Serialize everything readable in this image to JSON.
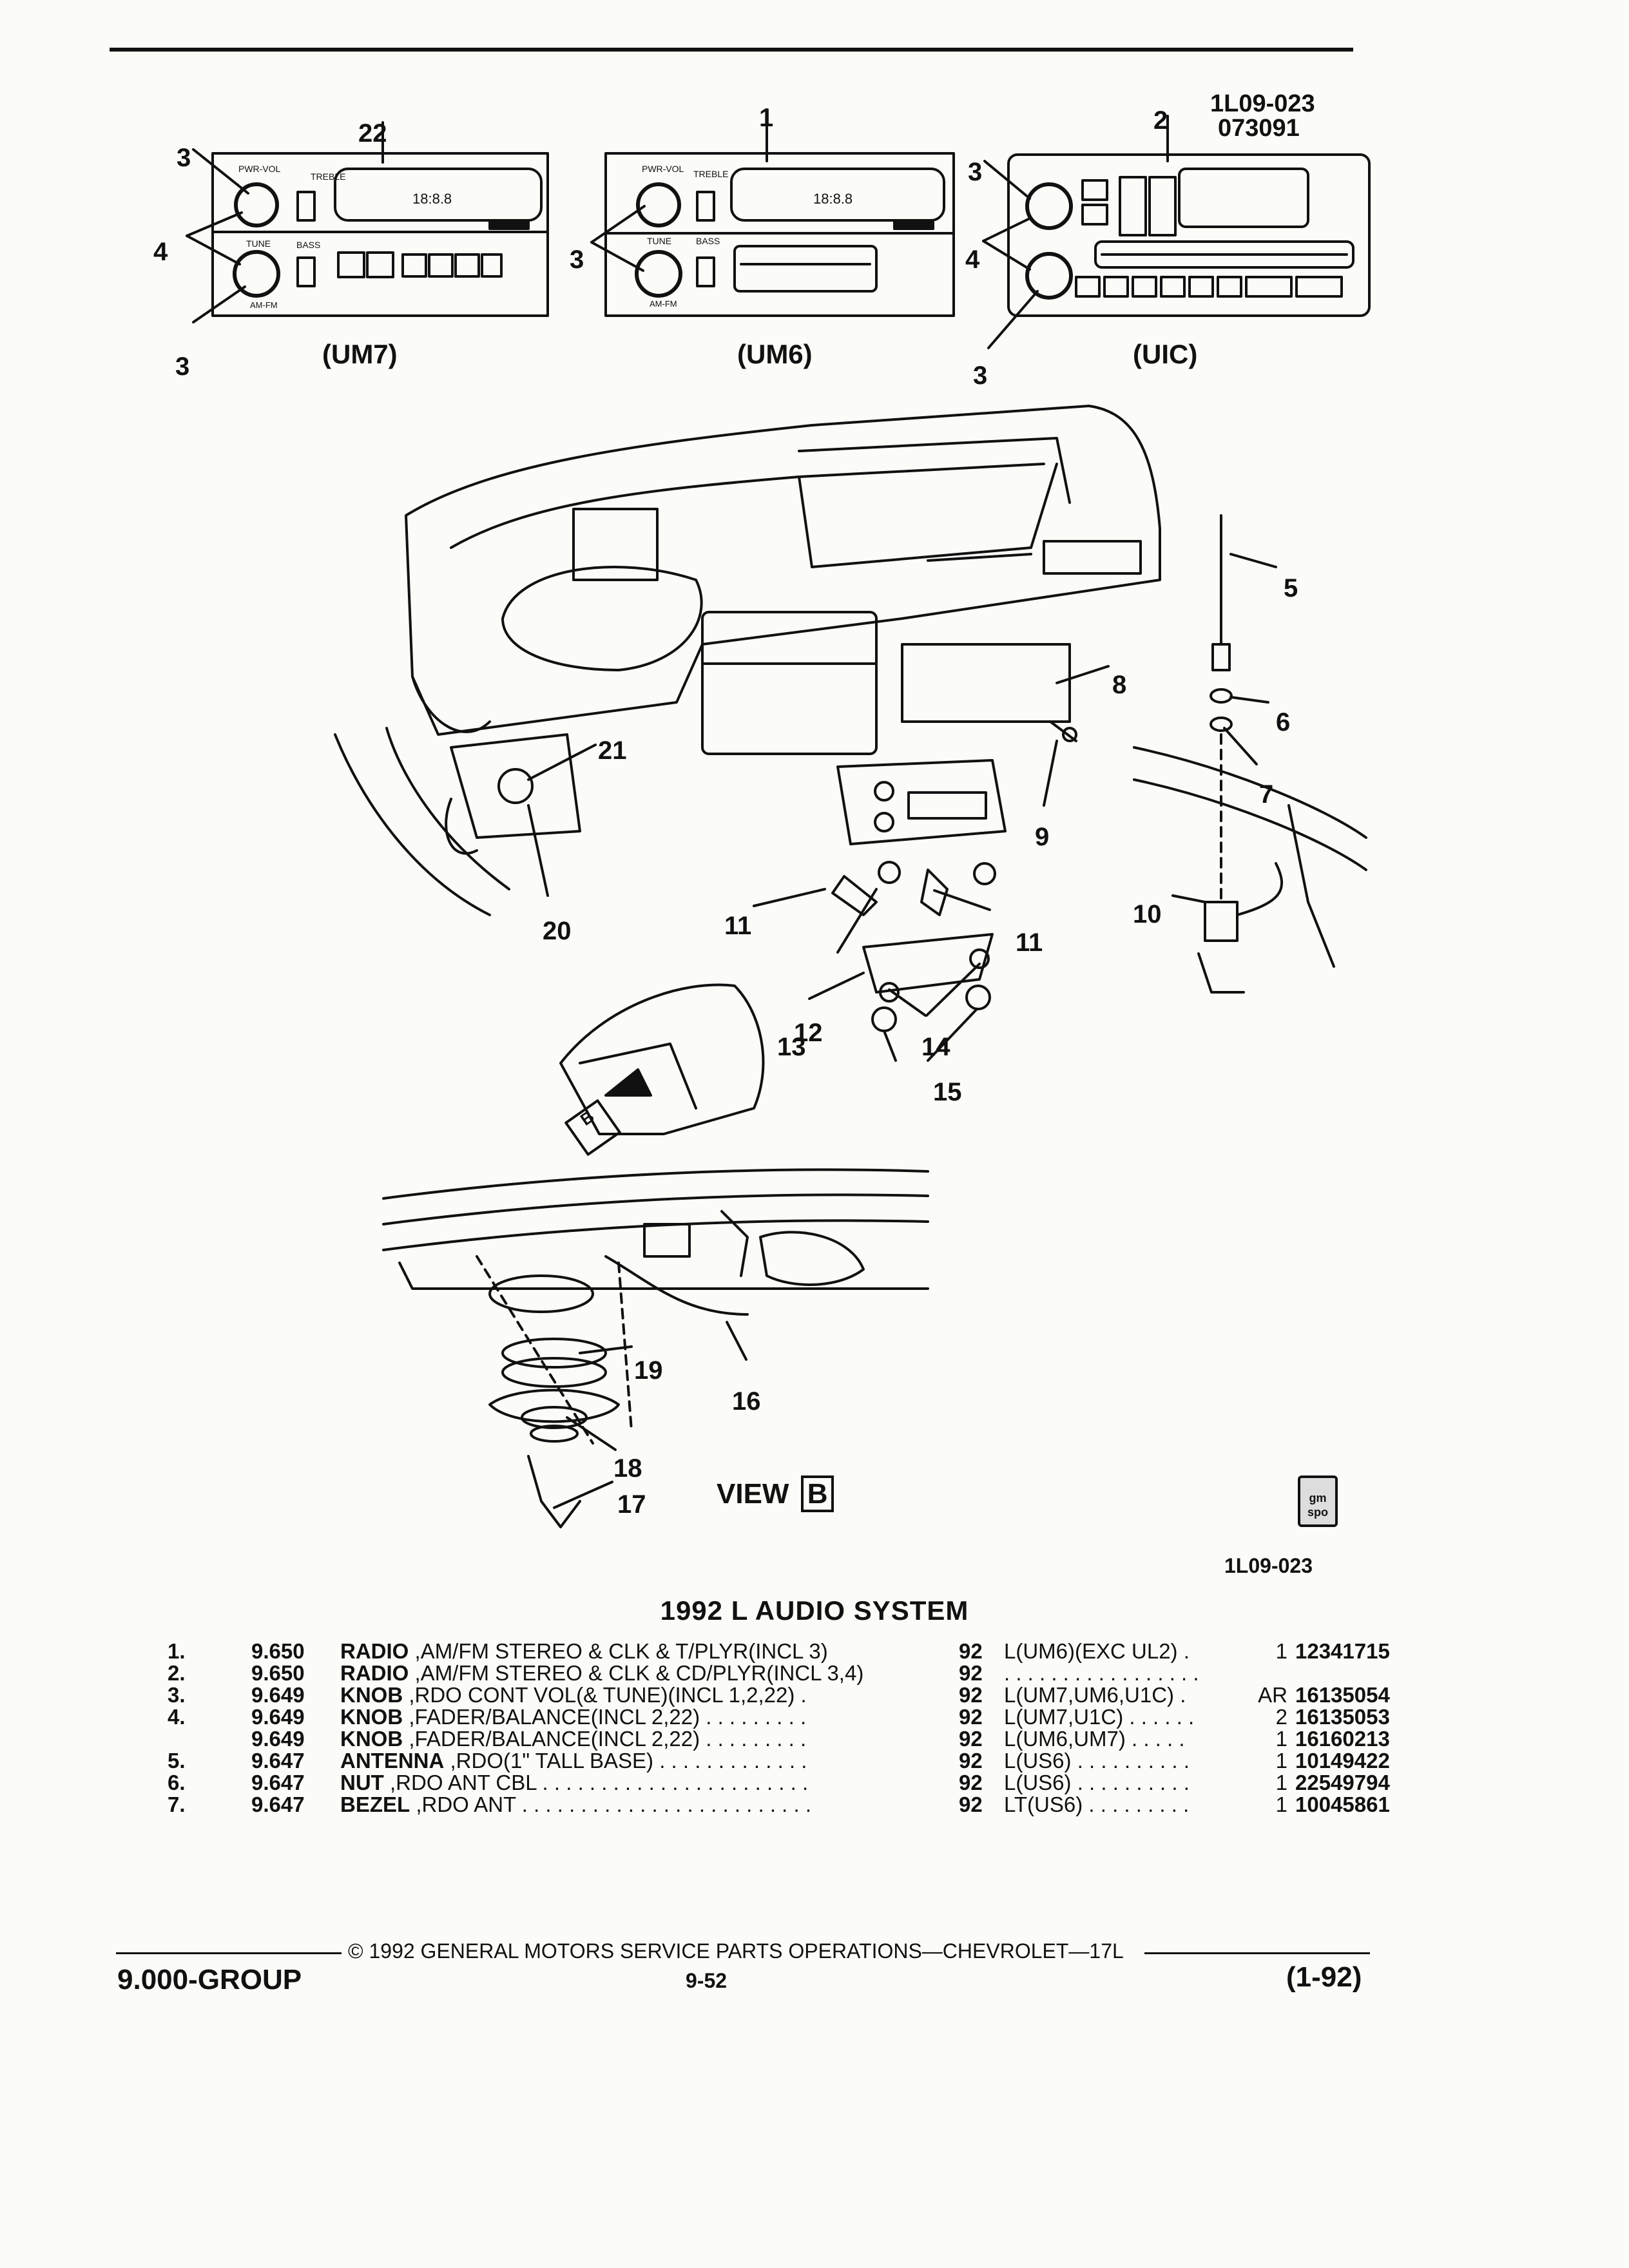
{
  "figure": {
    "id_top": "1L09-023",
    "date_code": "073091",
    "id_bottom": "1L09-023",
    "variants": [
      "(UM7)",
      "(UM6)",
      "(UIC)"
    ],
    "view_label": "VIEW",
    "view_letter": "B",
    "inset_letter": "B",
    "callouts": [
      "1",
      "2",
      "3",
      "4",
      "5",
      "6",
      "7",
      "8",
      "9",
      "10",
      "11",
      "12",
      "13",
      "14",
      "15",
      "16",
      "17",
      "18",
      "19",
      "20",
      "21",
      "22"
    ],
    "radio_labels": {
      "pwr_vol": "PWR-VOL",
      "treble": "TREBLE",
      "tune": "TUNE",
      "bass": "BASS",
      "am_fm": "AM-FM",
      "display": "18:8.8"
    },
    "logo": "gm spo"
  },
  "title": "1992 L AUDIO SYSTEM",
  "parts": [
    {
      "no": "1.",
      "group": "9.650",
      "name": "RADIO",
      "desc": " ,AM/FM STEREO & CLK & T/PLYR(INCL 3)",
      "year": "92",
      "usage": "L(UM6)(EXC UL2)  .",
      "qty": "1",
      "part": "12341715"
    },
    {
      "no": "2.",
      "group": "9.650",
      "name": "RADIO",
      "desc": " ,AM/FM STEREO & CLK & CD/PLYR(INCL 3,4)",
      "year": "92",
      "usage": ". . . . . . . . . . . . . . . . .",
      "qty": "",
      "part": ""
    },
    {
      "no": "3.",
      "group": "9.649",
      "name": "KNOB",
      "desc": " ,RDO CONT VOL(& TUNE)(INCL 1,2,22)  .",
      "year": "92",
      "usage": "L(UM7,UM6,U1C)  .",
      "qty": "AR",
      "part": "16135054"
    },
    {
      "no": "4.",
      "group": "9.649",
      "name": "KNOB",
      "desc": " ,FADER/BALANCE(INCL 2,22)  . . . . . . . . .",
      "year": "92",
      "usage": "L(UM7,U1C)  . . . . . .",
      "qty": "2",
      "part": "16135053"
    },
    {
      "no": "",
      "group": "9.649",
      "name": "KNOB",
      "desc": " ,FADER/BALANCE(INCL 2,22)  . . . . . . . . .",
      "year": "92",
      "usage": "L(UM6,UM7)  . . . . .",
      "qty": "1",
      "part": "16160213"
    },
    {
      "no": "5.",
      "group": "9.647",
      "name": "ANTENNA",
      "desc": " ,RDO(1\" TALL BASE)  . . . . . . . . . . . . .",
      "year": "92",
      "usage": "L(US6)  . . . . . . . . . .",
      "qty": "1",
      "part": "10149422"
    },
    {
      "no": "6.",
      "group": "9.647",
      "name": "NUT",
      "desc": " ,RDO ANT CBL  . . . . . . . . . . . . . . . . . . . . . . .",
      "year": "92",
      "usage": "L(US6)  . . . . . . . . . .",
      "qty": "1",
      "part": "22549794"
    },
    {
      "no": "7.",
      "group": "9.647",
      "name": "BEZEL",
      "desc": " ,RDO ANT  . . . . . . . . . . . . . . . . . . . . . . . . .",
      "year": "92",
      "usage": "LT(US6)  . . . . . . . . .",
      "qty": "1",
      "part": "10045861"
    }
  ],
  "footer": {
    "copyright": "© 1992 GENERAL MOTORS SERVICE PARTS OPERATIONS—CHEVROLET—17L",
    "group": "9.000-GROUP",
    "page": "9-52",
    "revision": "(1-92)"
  }
}
